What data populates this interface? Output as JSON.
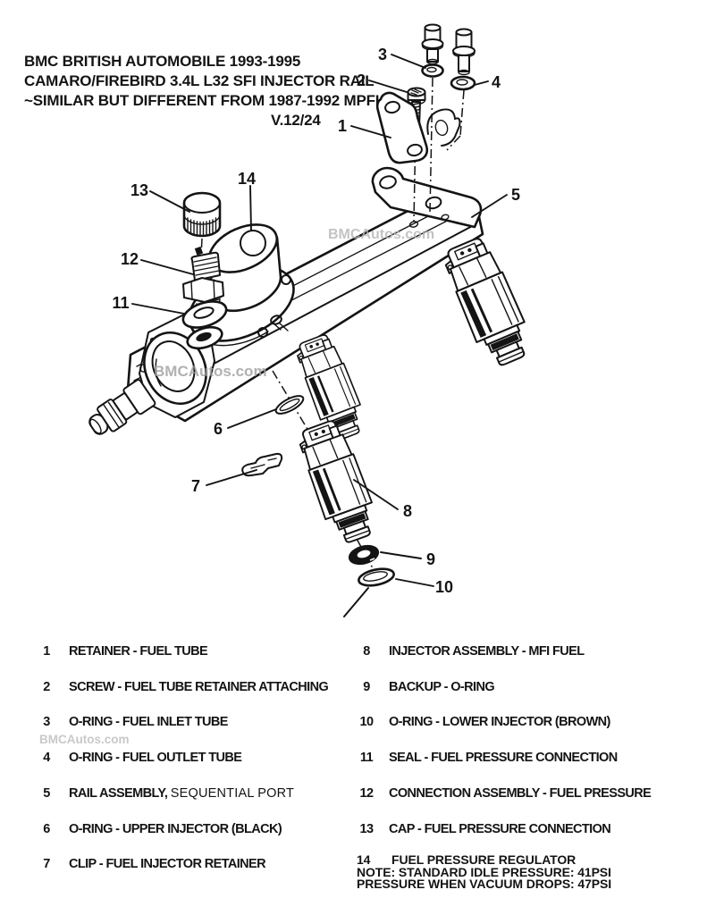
{
  "header": {
    "line1": "BMC BRITISH AUTOMOBILE 1993-1995",
    "line2": "CAMARO/FIREBIRD 3.4L L32 SFI INJECTOR RAIL",
    "line3": "~SIMILAR BUT DIFFERENT FROM 1987-1992 MPFI~",
    "line4": "V.12/24"
  },
  "watermark": "BMCAutos.com",
  "diagram": {
    "description": "Exploded parts diagram of SFI fuel injector rail",
    "callouts": [
      "1",
      "2",
      "3",
      "4",
      "5",
      "6",
      "7",
      "8",
      "9",
      "10",
      "11",
      "12",
      "13",
      "14"
    ]
  },
  "parts_list": {
    "left": [
      {
        "num": "1",
        "label": "RETAINER - FUEL TUBE"
      },
      {
        "num": "2",
        "label": "SCREW - FUEL TUBE RETAINER ATTACHING"
      },
      {
        "num": "3",
        "label": "O-RING - FUEL INLET TUBE"
      },
      {
        "num": "4",
        "label": "O-RING - FUEL OUTLET TUBE"
      },
      {
        "num": "5",
        "label": "RAIL ASSEMBLY,",
        "label2": "SEQUENTIAL PORT"
      },
      {
        "num": "6",
        "label": "O-RING - UPPER INJECTOR (BLACK)"
      },
      {
        "num": "7",
        "label": "CLIP - FUEL INJECTOR RETAINER"
      }
    ],
    "right": [
      {
        "num": "8",
        "label": "INJECTOR ASSEMBLY - MFI FUEL"
      },
      {
        "num": "9",
        "label": "BACKUP - O-RING"
      },
      {
        "num": "10",
        "label": "O-RING - LOWER INJECTOR (BROWN)"
      },
      {
        "num": "11",
        "label": "SEAL - FUEL PRESSURE CONNECTION"
      },
      {
        "num": "12",
        "label": "CONNECTION ASSEMBLY - FUEL PRESSURE"
      },
      {
        "num": "13",
        "label": "CAP - FUEL PRESSURE CONNECTION"
      }
    ],
    "item14": {
      "num": "14",
      "label": "FUEL PRESSURE REGULATOR",
      "note1": "NOTE: STANDARD IDLE PRESSURE: 41PSI",
      "note2": "PRESSURE WHEN VACUUM DROPS: 47PSI"
    }
  }
}
